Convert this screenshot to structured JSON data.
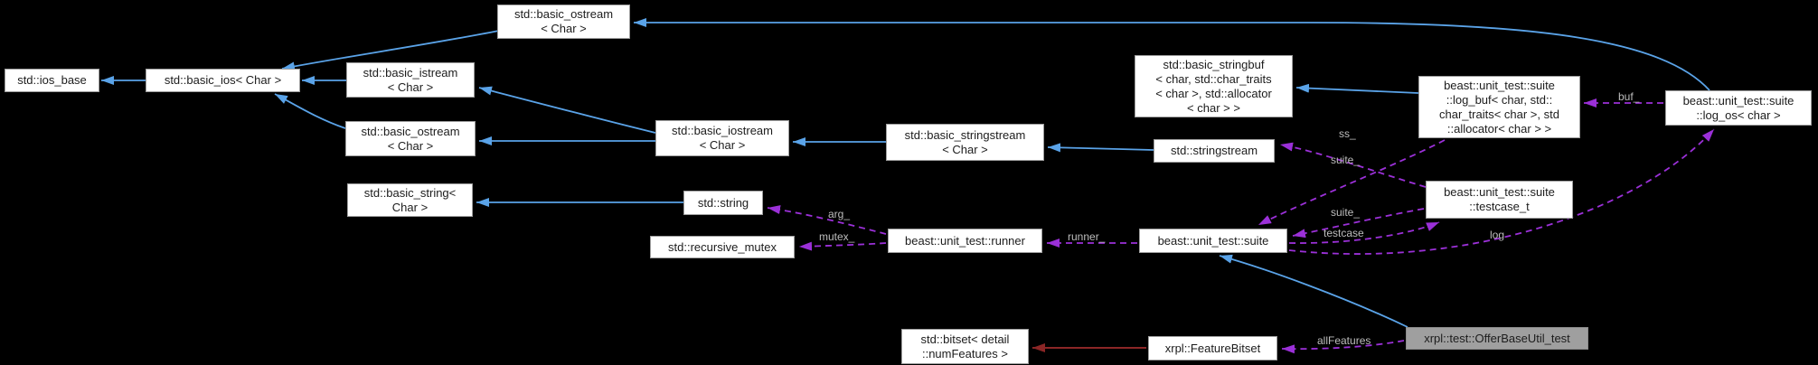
{
  "diagram": {
    "type": "doxygen-collaboration-graph",
    "current_class": "xrpl::test::OfferBaseUtil_test",
    "colors": {
      "background": "#000000",
      "inheritance_edge": "#5aa3e8",
      "usage_edge": "#9b30d8",
      "private_inheritance_edge": "#8b2626",
      "edge_label_text": "#bdbdbd",
      "node_fill": "#ffffff",
      "node_border": "#9e9e9e",
      "node_text": "#1c1c1c",
      "current_node_fill": "#9f9f9f"
    },
    "nodes": {
      "ios_base": {
        "label": "std::ios_base"
      },
      "basic_ios": {
        "label": "std::basic_ios< Char >"
      },
      "basic_istream": {
        "label": "std::basic_istream\n< Char >"
      },
      "basic_ostream_top": {
        "label": "std::basic_ostream\n< Char >"
      },
      "basic_ostream_mid": {
        "label": "std::basic_ostream\n< Char >"
      },
      "basic_iostream": {
        "label": "std::basic_iostream\n< Char >"
      },
      "basic_stringstream": {
        "label": "std::basic_stringstream\n< Char >"
      },
      "basic_stringbuf": {
        "label": "std::basic_stringbuf\n< char, std::char_traits\n< char >, std::allocator\n< char > >"
      },
      "stringstream": {
        "label": "std::stringstream"
      },
      "log_buf": {
        "label": "beast::unit_test::suite\n::log_buf< char, std::\nchar_traits< char >, std\n::allocator< char > >"
      },
      "log_os": {
        "label": "beast::unit_test::suite\n::log_os< char >"
      },
      "basic_string": {
        "label": "std::basic_string<\nChar >"
      },
      "string": {
        "label": "std::string"
      },
      "recursive_mutex": {
        "label": "std::recursive_mutex"
      },
      "runner": {
        "label": "beast::unit_test::runner"
      },
      "suite": {
        "label": "beast::unit_test::suite"
      },
      "testcase_t": {
        "label": "beast::unit_test::suite\n::testcase_t"
      },
      "bitset": {
        "label": "std::bitset< detail\n::numFeatures >"
      },
      "feature_bitset": {
        "label": "xrpl::FeatureBitset"
      },
      "offer_test": {
        "label": "xrpl::test::OfferBaseUtil_test"
      }
    },
    "edge_labels": {
      "buf": "buf_",
      "ss": "ss_",
      "suite_from_log_buf": "suite_",
      "suite_from_testcase": "suite_",
      "testcase": "testcase",
      "log": "log",
      "runner": "runner_",
      "mutex": "mutex_",
      "arg": "arg_",
      "all_features": "allFeatures"
    }
  }
}
